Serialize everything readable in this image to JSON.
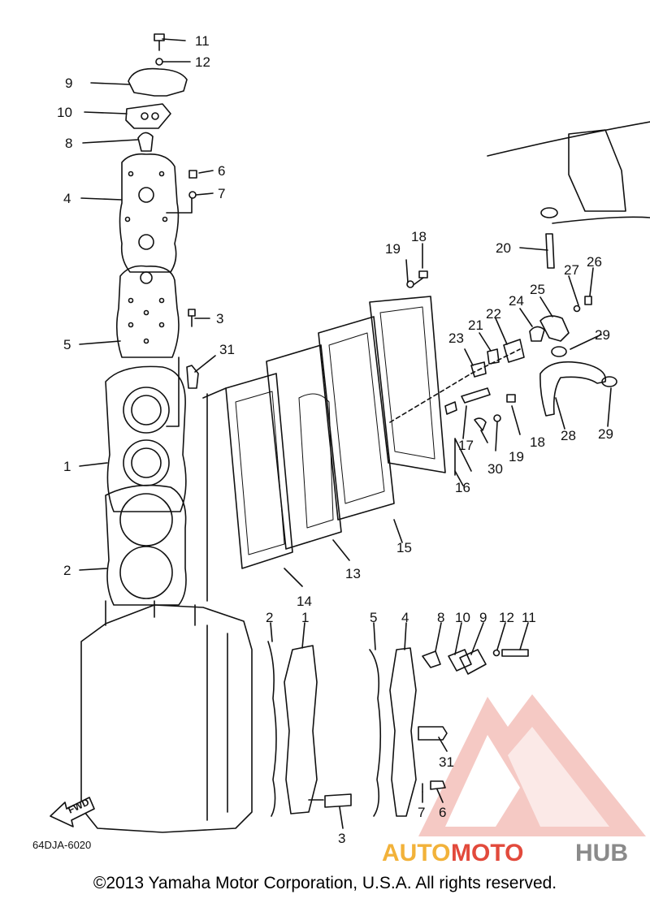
{
  "diagram": {
    "part_code": "64DJA-6020",
    "forward_label": "FWD",
    "labels": {
      "c11": "11",
      "c12": "12",
      "c9": "9",
      "c10": "10",
      "c8": "8",
      "c6": "6",
      "c7": "7",
      "c4": "4",
      "c3": "3",
      "c5": "5",
      "c31": "31",
      "c1": "1",
      "c2": "2",
      "c14": "14",
      "c13": "13",
      "c15": "15",
      "c19a": "19",
      "c18a": "18",
      "c20": "20",
      "c27": "27",
      "c26": "26",
      "c25": "25",
      "c24": "24",
      "c22": "22",
      "c21": "21",
      "c23": "23",
      "c29a": "29",
      "c17": "17",
      "c18b": "18",
      "c19b": "19",
      "c30": "30",
      "c16": "16",
      "c28": "28",
      "c29b": "29",
      "b2": "2",
      "b1": "1",
      "b5": "5",
      "b4": "4",
      "b8": "8",
      "b10": "10",
      "b9": "9",
      "b12": "12",
      "b11": "11",
      "b31": "31",
      "b7": "7",
      "b6": "6",
      "b3": "3"
    }
  },
  "watermark": {
    "word_part1": "AUTO",
    "word_part2": "MOTO",
    "word_part3": "HUB",
    "color_orange": "#f2b23a",
    "color_red": "#e24a3c",
    "color_gray": "#8a8a8a"
  },
  "copyright": "©2013 Yamaha Motor Corporation, U.S.A. All rights reserved."
}
